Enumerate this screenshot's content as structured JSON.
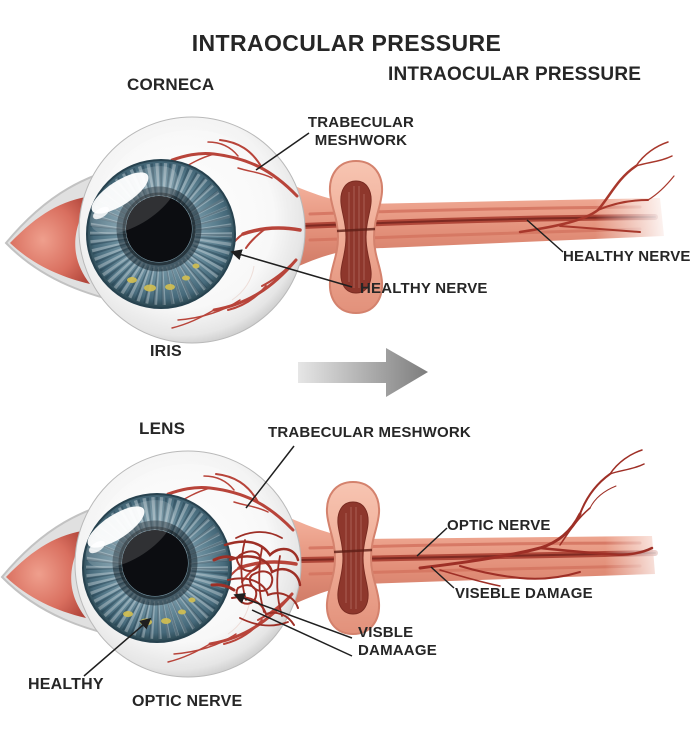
{
  "title": "INTRAOCULAR PRESSURE",
  "icons": {
    "transition_arrow": "right-arrow"
  },
  "colors": {
    "text": "#262626",
    "leader": "#1f1f1f",
    "nerve": "#e5937d",
    "nerve-core": "#a63a2d",
    "vessel": "#b8443a",
    "damage-vessel": "#9e2f26",
    "mesh-outer": "#efab95",
    "mesh-inner": "#8e372c",
    "iris": "#64869a",
    "pupil": "#0c0d11",
    "sclera-rim": "#c2c2c2",
    "caruncle": "#c7574c",
    "arrow-gray": "#7d7d7d"
  },
  "top_diagram": {
    "name": "healthy eye with normal intraocular pressure",
    "labels": {
      "cornea": "CORNECA",
      "heading": "INTRAOCULAR PRESSURE",
      "trabecular_meshwork": "TRABECULAR\nMESHWORK",
      "healthy_nerve_right": "HEALTHY NERVE",
      "healthy_nerve_center": "HEALTHY NERVE",
      "iris": "IRIS"
    }
  },
  "bottom_diagram": {
    "name": "eye with elevated intraocular pressure and optic nerve damage",
    "labels": {
      "lens": "LENS",
      "trabecular_meshwork": "TRABECULAR MESHWORK",
      "optic_nerve_right": "OPTIC NERVE",
      "visible_damage_right": "VISEBLE DAMAGE",
      "visible_damage_center": "VISBLE\nDAMAAGE",
      "healthy": "HEALTHY",
      "optic_nerve_bottom": "OPTIC NERVE"
    }
  }
}
